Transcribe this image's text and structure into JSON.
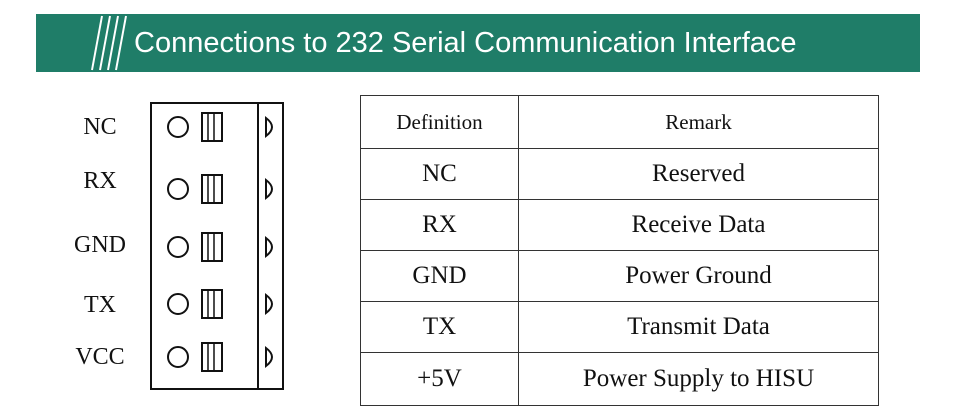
{
  "header": {
    "title": "Connections to 232 Serial Communication Interface",
    "color": "#1f7d68"
  },
  "pins": [
    "NC",
    "RX",
    "GND",
    "TX",
    "VCC"
  ],
  "table": {
    "headers": [
      "Definition",
      "Remark"
    ],
    "rows": [
      [
        "NC",
        "Reserved"
      ],
      [
        "RX",
        "Receive Data"
      ],
      [
        "GND",
        "Power Ground"
      ],
      [
        "TX",
        "Transmit Data"
      ],
      [
        "+5V",
        "Power Supply to HISU"
      ]
    ]
  }
}
